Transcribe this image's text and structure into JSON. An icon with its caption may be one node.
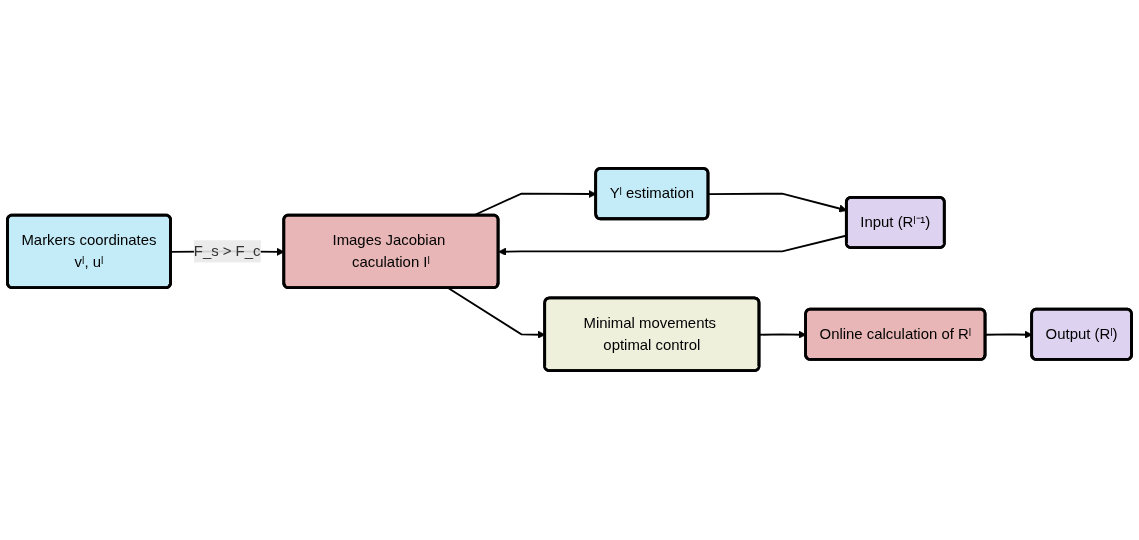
{
  "diagram": {
    "nodes": [
      {
        "text": [
          "Markers coordinates",
          "vˡ, uˡ"
        ]
      },
      {
        "text": [
          "Input (Rˡ⁻¹)"
        ]
      },
      {
        "text": [
          "Images Jacobian caculation Iˡ"
        ]
      },
      {
        "text": [
          "Minimal movements optimal control"
        ]
      },
      {
        "text": [
          "Online calculation of Rˡ"
        ]
      },
      {
        "text": [
          "Yˡ estimation"
        ]
      },
      {
        "text": [
          "Output (Rˡ)"
        ]
      }
    ],
    "edges": [
      {
        "from": 0,
        "to": 2,
        "arrow": "to",
        "label": "F_s > F_c"
      },
      {
        "from": 1,
        "to": 2,
        "arrow": "to"
      },
      {
        "from": 2,
        "to": 3,
        "arrow": "to"
      },
      {
        "from": 3,
        "to": 4,
        "arrow": "to"
      },
      {
        "from": 4,
        "to": 6,
        "arrow": "to"
      },
      {
        "from": 2,
        "to": 5,
        "arrow": "to"
      },
      {
        "from": 5,
        "to": 1,
        "arrow": "to"
      }
    ]
  }
}
